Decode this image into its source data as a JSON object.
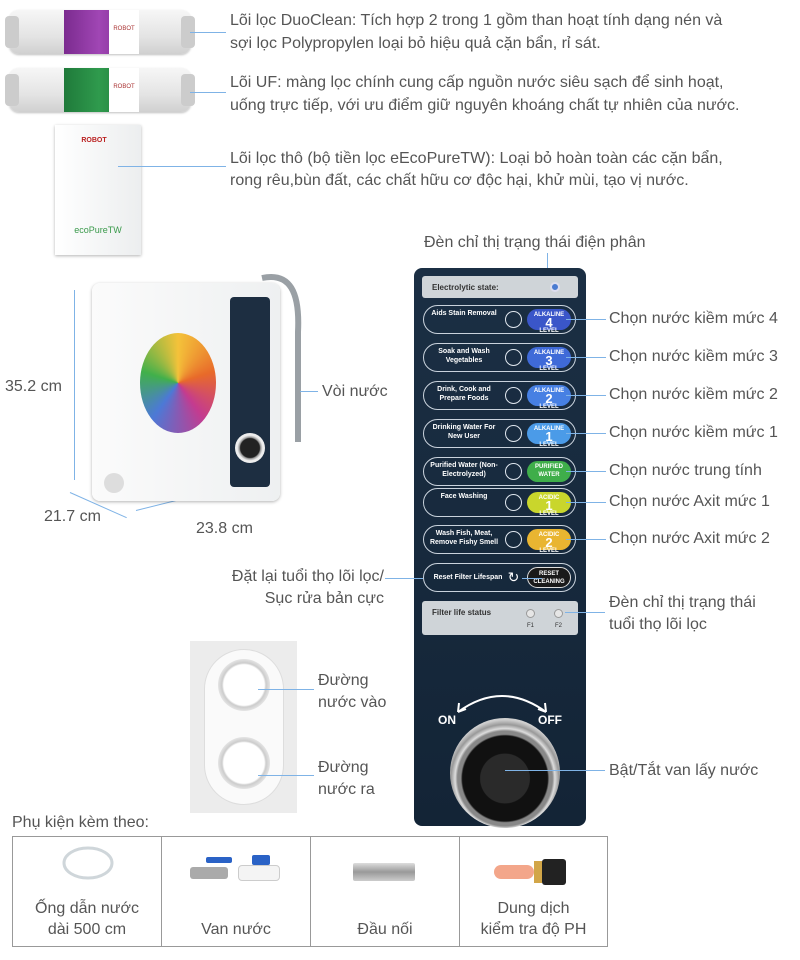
{
  "filters": {
    "duoclean": {
      "line1": "Lõi lọc DuoClean: Tích hợp 2 trong 1 gồm than hoạt tính dạng nén và",
      "line2": "sợi lọc Polypropylen loại bỏ hiệu quả cặn bẩn, rỉ sát."
    },
    "uf": {
      "line1": "Lõi UF: màng lọc chính cung cấp nguồn nước siêu sạch để sinh hoạt,",
      "line2": "uống trực tiếp, với ưu điểm giữ nguyên khoáng chất tự nhiên của nước."
    },
    "coarse": {
      "line1": "Lõi lọc thô (bộ tiền lọc eEcoPureTW): Loại bỏ hoàn toàn các cặn bẩn,",
      "line2": "rong rêu,bùn đất, các chất hữu cơ độc hại, khử mùi, tạo vị nước."
    },
    "ecopure_logo": "ecoPureTW",
    "robot_logo": "ROBOT"
  },
  "machine": {
    "height": "35.2 cm",
    "depth": "21.7 cm",
    "width": "23.8 cm",
    "faucet_label": "Vòi nước"
  },
  "panel": {
    "electrolytic_state": "Electrolytic state:",
    "electrolytic_indicator_label": "Đèn chỉ thị trạng thái điện phân",
    "buttons": [
      {
        "text": "Aids Stain Removal",
        "pill_top": "ALKALINE",
        "pill_num": "4",
        "pill_bottom": "LEVEL",
        "color": "#3a56c9",
        "callout": "Chọn nước kiềm mức 4"
      },
      {
        "text": "Soak and Wash Vegetables",
        "pill_top": "ALKALINE",
        "pill_num": "3",
        "pill_bottom": "LEVEL",
        "color": "#3f6ad8",
        "callout": "Chọn nước kiềm mức 3"
      },
      {
        "text": "Drink, Cook and Prepare Foods",
        "pill_top": "ALKALINE",
        "pill_num": "2",
        "pill_bottom": "LEVEL",
        "color": "#4780e3",
        "callout": "Chọn nước kiềm mức 2"
      },
      {
        "text": "Drinking Water For New User",
        "pill_top": "ALKALINE",
        "pill_num": "1",
        "pill_bottom": "LEVEL",
        "color": "#4b9be8",
        "callout": "Chọn nước kiềm mức 1"
      },
      {
        "text": "Purified Water (Non-Electrolyzed)",
        "pill_top": "PURIFIED",
        "pill_num": "",
        "pill_bottom": "WATER",
        "color": "#3fae4a",
        "callout": "Chọn nước trung tính"
      },
      {
        "text": "Face Washing",
        "pill_top": "ACIDIC",
        "pill_num": "1",
        "pill_bottom": "LEVEL",
        "color": "#c9d62c",
        "callout": "Chọn nước Axit mức 1"
      },
      {
        "text": "Wash Fish, Meat, Remove Fishy Smell",
        "pill_top": "ACIDIC",
        "pill_num": "2",
        "pill_bottom": "LEVEL",
        "color": "#e9b531",
        "callout": "Chọn nước Axit mức 2"
      }
    ],
    "reset": {
      "text": "Reset Filter Lifespan",
      "pill_top": "RESET",
      "pill_bottom": "CLEANING",
      "callout_line1": "Đặt lại tuổi thọ lõi lọc/",
      "callout_line2": "Sục rửa bản cực"
    },
    "filter_life": {
      "text": "Filter life status",
      "f1": "F1",
      "f2": "F2",
      "callout_line1": "Đèn chỉ thị trạng thái",
      "callout_line2": "tuổi thọ lõi lọc"
    },
    "on": "ON",
    "off": "OFF",
    "knob_callout": "Bật/Tắt van lấy nước"
  },
  "water_ports": {
    "inlet_line1": "Đường",
    "inlet_line2": "nước vào",
    "outlet_line1": "Đường",
    "outlet_line2": "nước ra"
  },
  "accessories": {
    "title": "Phụ kiện kèm theo:",
    "items": [
      {
        "line1": "Ống dẫn nước",
        "line2": "dài 500 cm"
      },
      {
        "line1": "",
        "line2": "Van nước"
      },
      {
        "line1": "",
        "line2": "Đầu nối"
      },
      {
        "line1": "Dung dịch",
        "line2": "kiểm tra độ PH"
      }
    ]
  }
}
